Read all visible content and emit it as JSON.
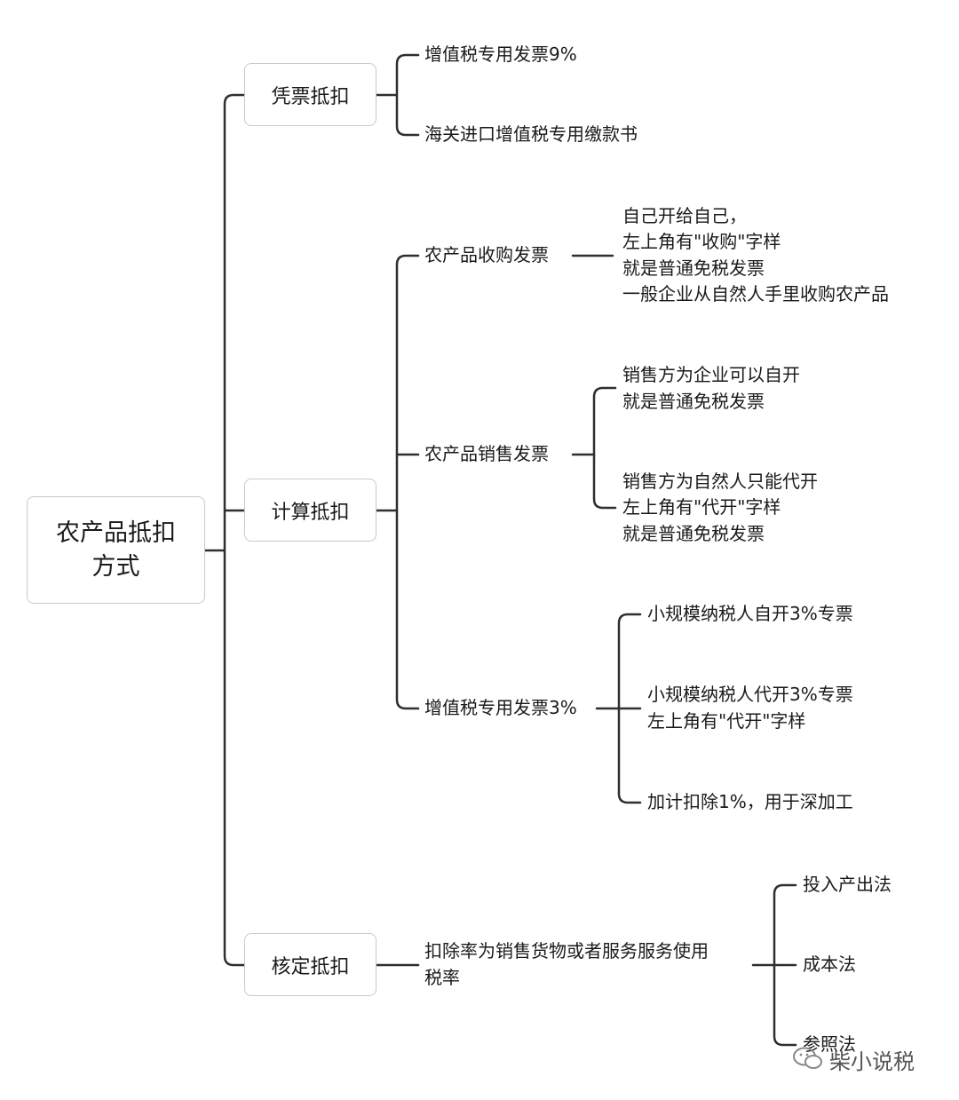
{
  "root": {
    "line1": "农产品抵扣",
    "line2": "方式"
  },
  "categories": {
    "voucher": {
      "label": "凭票抵扣",
      "items": [
        "增值税专用发票9%",
        "海关进口增值税专用缴款书"
      ]
    },
    "calculated": {
      "label": "计算抵扣",
      "purchase": {
        "label": "农产品收购发票",
        "note": [
          "自己开给自己，",
          "左上角有\"收购\"字样",
          "就是普通免税发票",
          "一般企业从自然人手里收购农产品"
        ]
      },
      "sales": {
        "label": "农产品销售发票",
        "self": [
          "销售方为企业可以自开",
          "就是普通免税发票"
        ],
        "agent": [
          "销售方为自然人只能代开",
          "左上角有\"代开\"字样",
          "就是普通免税发票"
        ]
      },
      "vat3": {
        "label": "增值税专用发票3%",
        "self": "小规模纳税人自开3%专票",
        "agent": [
          "小规模纳税人代开3%专票",
          "左上角有\"代开\"字样"
        ],
        "extra": "加计扣除1%，用于深加工"
      }
    },
    "approved": {
      "label": "核定抵扣",
      "rate": [
        "扣除率为销售货物或者服务服务使用",
        "税率"
      ],
      "methods": [
        "投入产出法",
        "成本法",
        "参照法"
      ]
    }
  },
  "watermark": "柴小说税"
}
